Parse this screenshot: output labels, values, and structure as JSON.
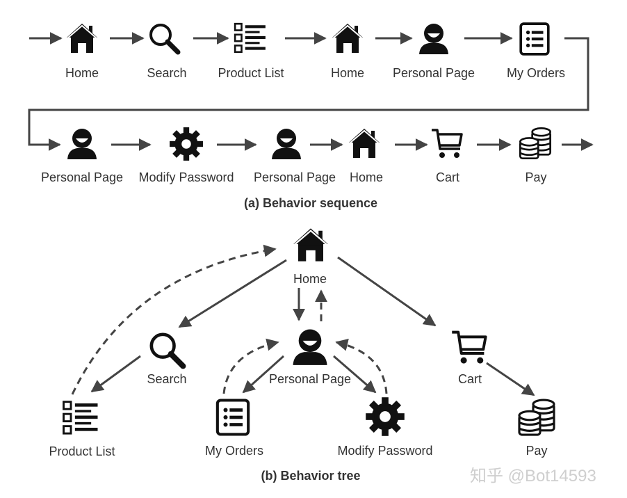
{
  "sequence": {
    "row1": [
      {
        "label": "Home",
        "icon": "home-icon"
      },
      {
        "label": "Search",
        "icon": "search-icon"
      },
      {
        "label": "Product List",
        "icon": "list-icon"
      },
      {
        "label": "Home",
        "icon": "home-icon"
      },
      {
        "label": "Personal Page",
        "icon": "user-icon"
      },
      {
        "label": "My Orders",
        "icon": "orders-icon"
      }
    ],
    "row2": [
      {
        "label": "Personal Page",
        "icon": "user-icon"
      },
      {
        "label": "Modify Password",
        "icon": "gear-icon"
      },
      {
        "label": "Personal Page",
        "icon": "user-icon"
      },
      {
        "label": "Home",
        "icon": "home-icon"
      },
      {
        "label": "Cart",
        "icon": "cart-icon"
      },
      {
        "label": "Pay",
        "icon": "coins-icon"
      }
    ],
    "caption": "(a) Behavior sequence"
  },
  "tree": {
    "nodes": {
      "home": {
        "label": "Home",
        "icon": "home-icon"
      },
      "search": {
        "label": "Search",
        "icon": "search-icon"
      },
      "personal": {
        "label": "Personal Page",
        "icon": "user-icon"
      },
      "cart": {
        "label": "Cart",
        "icon": "cart-icon"
      },
      "product_list": {
        "label": "Product List",
        "icon": "list-icon"
      },
      "my_orders": {
        "label": "My Orders",
        "icon": "orders-icon"
      },
      "modify_password": {
        "label": "Modify Password",
        "icon": "gear-icon"
      },
      "pay": {
        "label": "Pay",
        "icon": "coins-icon"
      }
    },
    "caption": "(b) Behavior tree"
  },
  "watermark": "知乎 @Bot14593",
  "colors": {
    "ink": "#111111",
    "arrow": "#444444",
    "text": "#333333"
  }
}
